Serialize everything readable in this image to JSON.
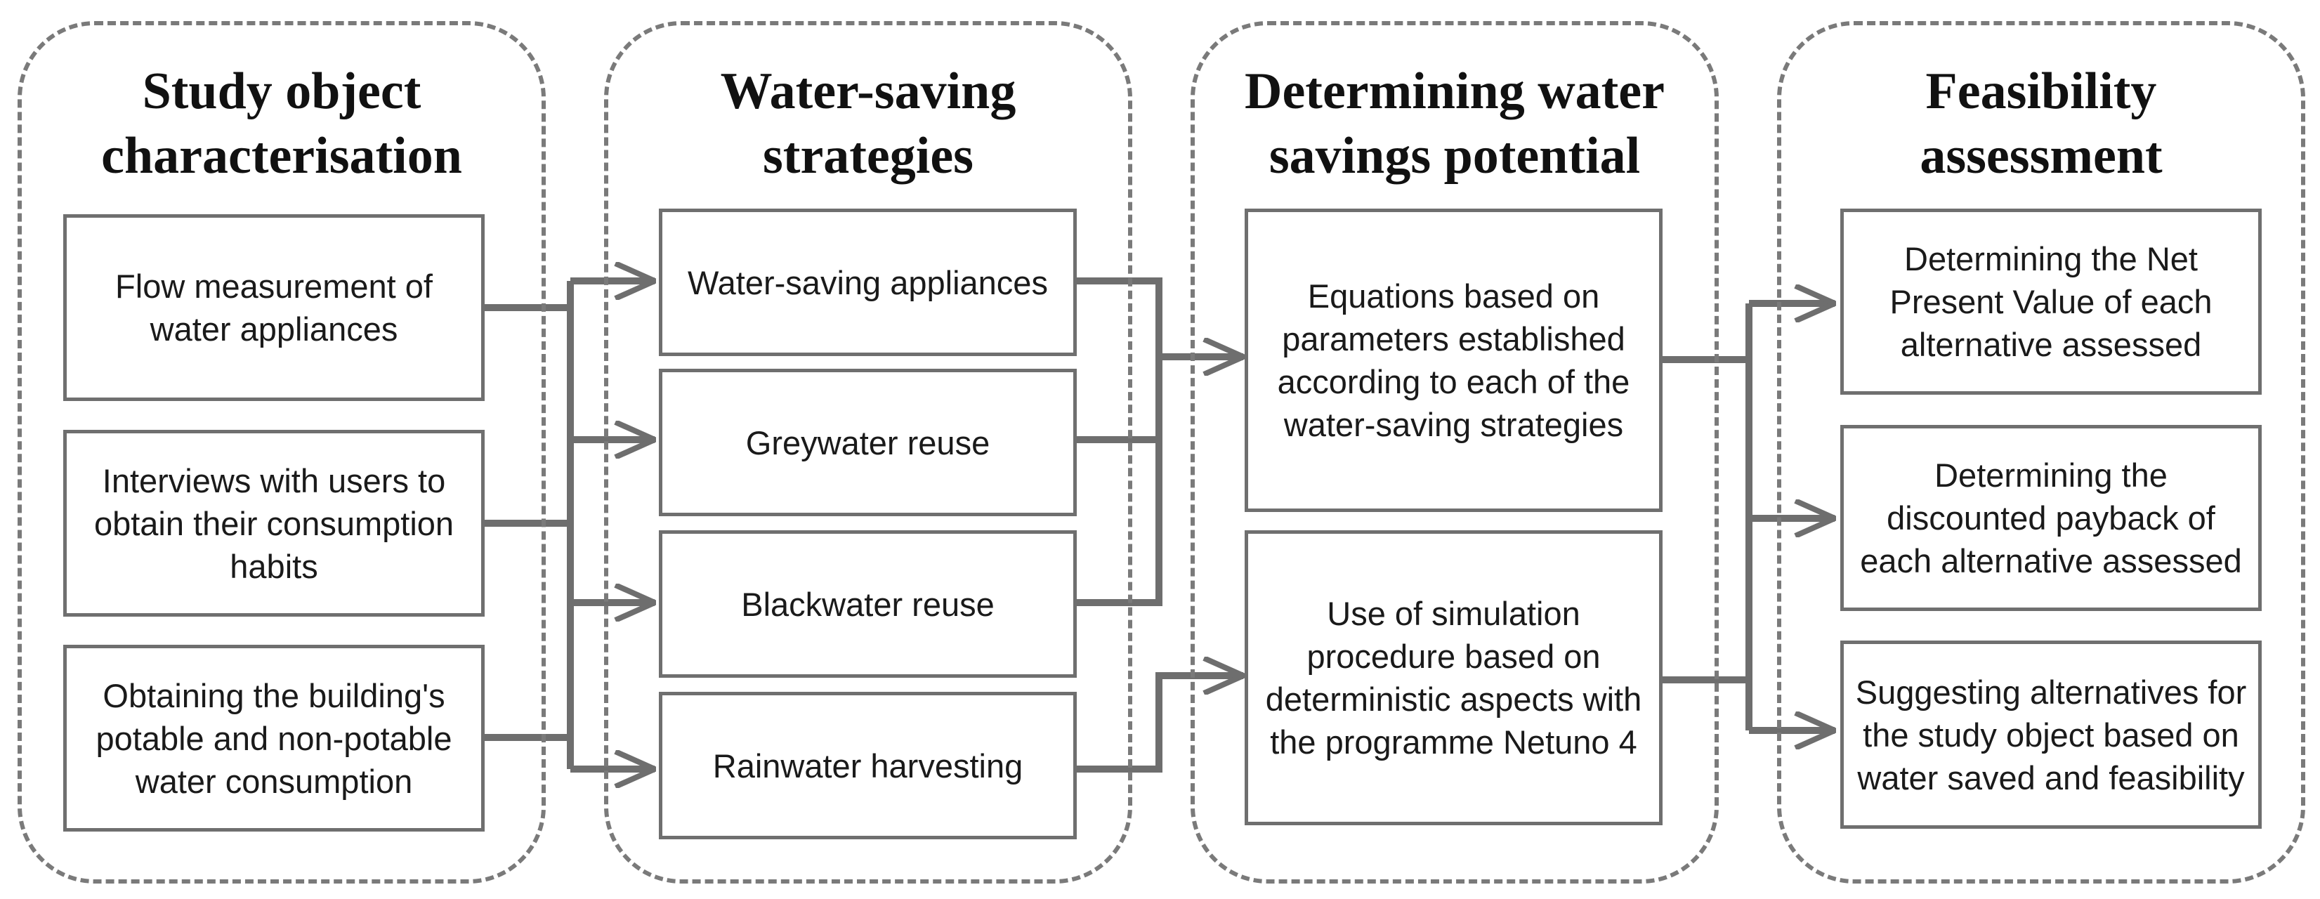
{
  "columns": [
    {
      "title": "Study object characterisation",
      "boxes": [
        "Flow measurement of water appliances",
        "Interviews with users to obtain their consumption habits",
        "Obtaining the building's potable and non-potable water consumption"
      ]
    },
    {
      "title": "Water-saving strategies",
      "boxes": [
        "Water-saving appliances",
        "Greywater reuse",
        "Blackwater reuse",
        "Rainwater harvesting"
      ]
    },
    {
      "title": "Determining water savings potential",
      "boxes": [
        "Equations based on parameters established according to each of the water-saving strategies",
        "Use of simulation procedure based on deterministic aspects with the programme Netuno 4"
      ]
    },
    {
      "title": "Feasibility assessment",
      "boxes": [
        "Determining the Net Present Value of each alternative assessed",
        "Determining the discounted payback of each alternative assessed",
        "Suggesting alternatives for the study object based on water saved and feasibility"
      ]
    }
  ],
  "colors": {
    "line": "#6e6e6e",
    "border": "#6f6f6f",
    "dash": "#7a7a7a"
  }
}
